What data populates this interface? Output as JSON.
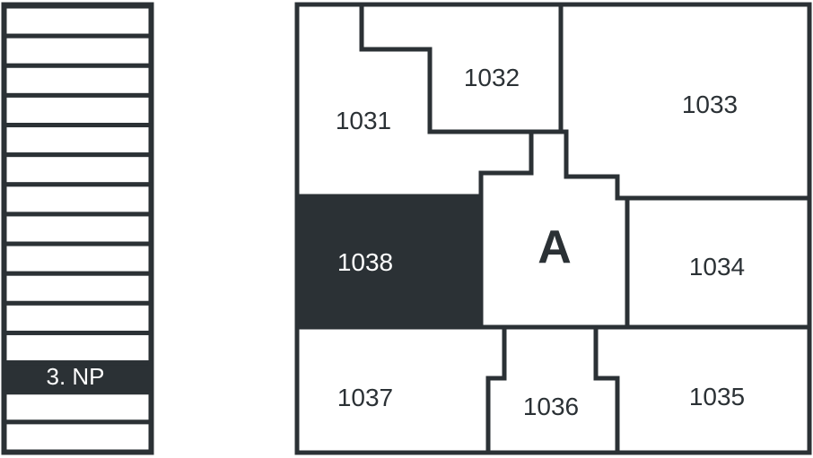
{
  "floor_stack": {
    "current_floor_label": "3. NP",
    "floor_count": 15,
    "current_floor_index": 12
  },
  "plan": {
    "core_label": "A",
    "units": {
      "u1031": "1031",
      "u1032": "1032",
      "u1033": "1033",
      "u1034": "1034",
      "u1035": "1035",
      "u1036": "1036",
      "u1037": "1037",
      "u1038": "1038"
    },
    "selected_unit": "1038"
  },
  "colors": {
    "dark": "#2b3135",
    "light": "#ffffff"
  }
}
